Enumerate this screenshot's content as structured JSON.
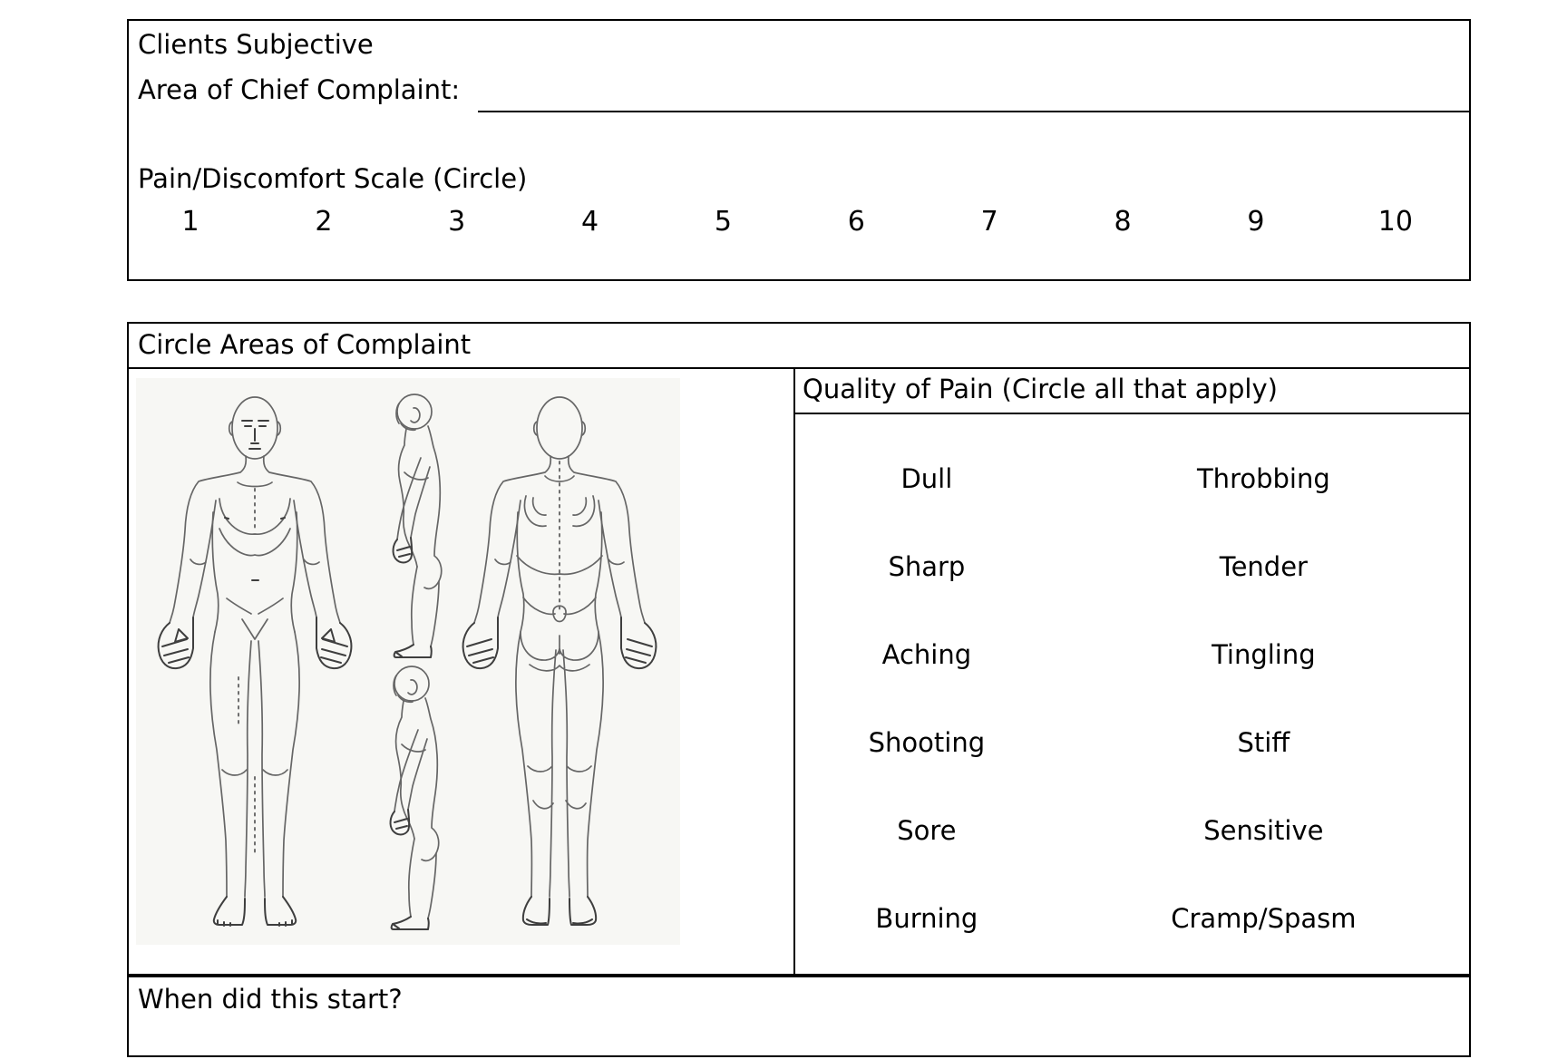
{
  "colors": {
    "border": "#000000",
    "text": "#000000",
    "scan_background": "#f7f7f4",
    "line_art": "#666666"
  },
  "top_section": {
    "title": "Clients Subjective",
    "chief_complaint_label": "Area of Chief Complaint:",
    "pain_scale_label": "Pain/Discomfort Scale (Circle)",
    "pain_scale_values": [
      "1",
      "2",
      "3",
      "4",
      "5",
      "6",
      "7",
      "8",
      "9",
      "10"
    ]
  },
  "complaint_section": {
    "header": "Circle Areas of Complaint",
    "body_diagram_figures": [
      "front-view-figure",
      "side-view-upper-figure",
      "side-view-lower-figure",
      "back-view-figure"
    ],
    "quality_of_pain": {
      "header": "Quality of Pain (Circle all that apply)",
      "options_left": [
        "Dull",
        "Sharp",
        "Aching",
        "Shooting",
        "Sore",
        "Burning"
      ],
      "options_right": [
        "Throbbing",
        "Tender",
        "Tingling",
        "Stiff",
        "Sensitive",
        "Cramp/Spasm"
      ]
    }
  },
  "onset_section": {
    "question": "When did this start?"
  }
}
